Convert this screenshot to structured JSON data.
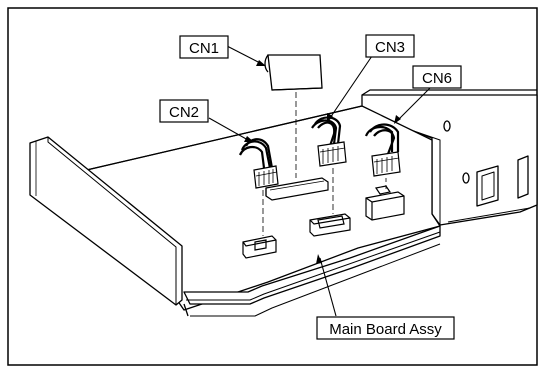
{
  "labels": {
    "cn1": "CN1",
    "cn2": "CN2",
    "cn3": "CN3",
    "cn6": "CN6",
    "main_board": "Main Board Assy"
  }
}
